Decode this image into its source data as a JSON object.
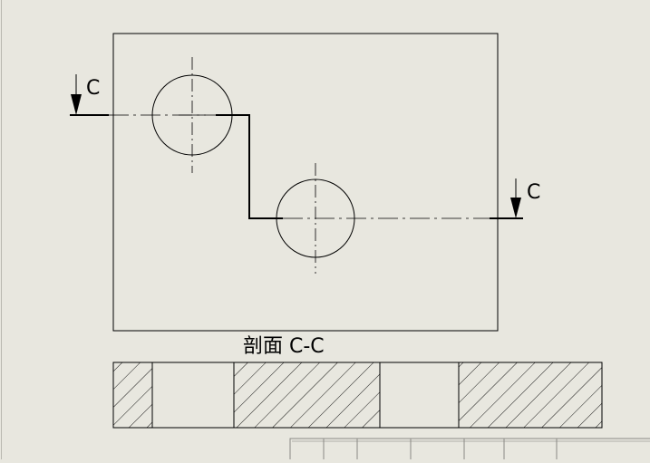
{
  "section_arrows": {
    "left_label": "C",
    "right_label": "C"
  },
  "section_view": {
    "title": "剖面 C-C"
  },
  "colors": {
    "background": "#e8e7df",
    "line": "#000000"
  }
}
